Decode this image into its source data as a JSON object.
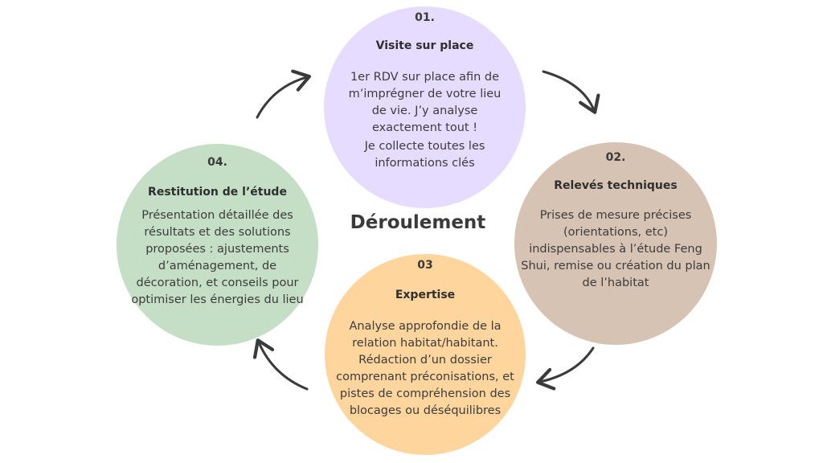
{
  "center_title": "Déroulement",
  "steps": [
    {
      "number": "01.",
      "title": "Visite sur place",
      "body": "1er RDV sur place afin de m’imprégner de votre lieu de vie. J’y analyse exactement tout !",
      "body2": "Je collecte toutes les informations clés",
      "color": "#e6dcff"
    },
    {
      "number": "02.",
      "title": "Relevés techniques",
      "body": "Prises de mesure précises (orientations, etc) indispensables à l’étude Feng Shui, remise ou création du plan de l’habitat",
      "color": "#d7c3b3"
    },
    {
      "number": "03",
      "title": "Expertise",
      "body": "Analyse approfondie de la relation habitat/habitant. Rédaction d’un dossier comprenant préconisations, et pistes de compréhension des blocages ou déséquilibres",
      "color": "#ffd59e"
    },
    {
      "number": "04.",
      "title": "Restitution de l’étude",
      "body": "Présentation détaillée des résultats et des solutions proposées : ajustements d’aménagement, de décoration, et conseils pour optimiser les énergies du lieu",
      "color": "#c4dfc5"
    }
  ],
  "arrow_color": "#3a3a3a"
}
